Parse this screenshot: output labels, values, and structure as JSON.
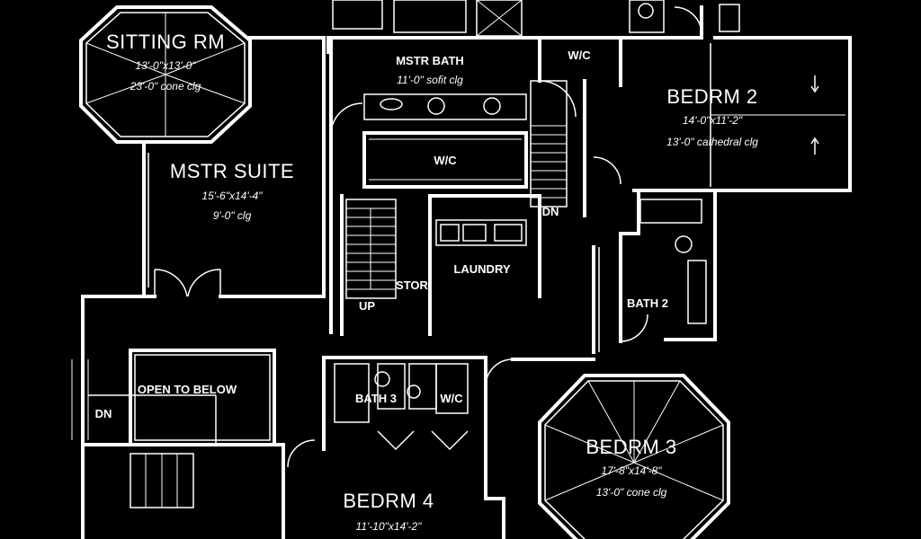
{
  "rooms": {
    "sitting": {
      "name": "SITTING RM",
      "dims": "13'-0\"x13'-0\"",
      "ceiling": "23'-0\" cone clg"
    },
    "master_bath": {
      "name": "MSTR BATH",
      "ceiling": "11'-0\" sofit clg"
    },
    "bedroom2": {
      "name": "BEDRM 2",
      "dims": "14'-0\"x11'-2\"",
      "ceiling": "13'-0\" cathedral clg"
    },
    "master_suite": {
      "name": "MSTR SUITE",
      "dims": "15'-6\"x14'-4\"",
      "ceiling": "9'-0\" clg"
    },
    "wic_master": {
      "name": "W/C"
    },
    "wic_upper": {
      "name": "W/C"
    },
    "laundry": {
      "name": "LAUNDRY"
    },
    "storage": {
      "name": "STOR"
    },
    "bath3": {
      "name": "BATH 3"
    },
    "bath2": {
      "name": "BATH 2"
    },
    "wic_small": {
      "name": "W/C"
    },
    "open_below": {
      "name": "OPEN TO BELOW"
    },
    "bedroom3": {
      "name": "BEDRM 3",
      "dims": "17'-8\"x14'-8\"",
      "ceiling": "13'-0\" cone clg"
    },
    "bedroom4": {
      "name": "BEDRM 4",
      "dims": "11'-10\"x14'-2\""
    }
  },
  "stairs": {
    "up": "UP",
    "down": "DN",
    "down2": "DN"
  }
}
